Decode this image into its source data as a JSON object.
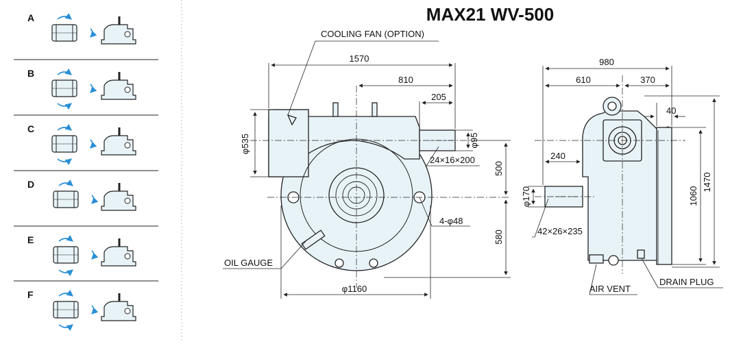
{
  "title": "MAX21 WV-500",
  "configs": [
    "A",
    "B",
    "C",
    "D",
    "E",
    "F"
  ],
  "colors": {
    "body": "#e8f3f8",
    "arrow": "#2a8fd6",
    "line": "#222222"
  },
  "labels": {
    "cooling_fan": "COOLING FAN (OPTION)",
    "oil_gauge": "OIL GAUGE",
    "air_vent": "AIR VENT",
    "drain_plug": "DRAIN PLUG"
  },
  "front": {
    "d1570": "1570",
    "d810": "810",
    "d205": "205",
    "d535": "φ535",
    "d95": "φ95",
    "key": "24×16×200",
    "d500": "500",
    "d580": "580",
    "bolts": "4-φ48",
    "d1160": "φ1160"
  },
  "side": {
    "d980": "980",
    "d610": "610",
    "d370": "370",
    "d40": "40",
    "d240": "240",
    "d170": "φ170",
    "key": "42×26×235",
    "d1060": "1060",
    "d1470": "1470"
  }
}
